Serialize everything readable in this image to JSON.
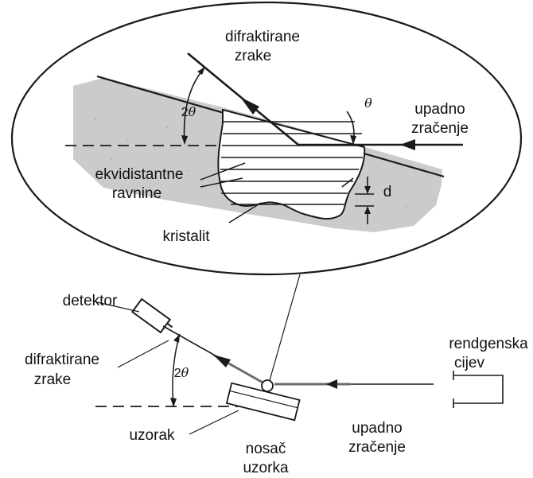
{
  "colors": {
    "ink": "#1a1a1a",
    "crystal_fill": "#c9c9c9",
    "beam": "#6b6b6b",
    "background": "#ffffff"
  },
  "labels": {
    "difraktirane_zrake_top_1": "difraktirane",
    "difraktirane_zrake_top_2": "zrake",
    "upadno_zracenje_top_1": "upadno",
    "upadno_zracenje_top_2": "zračenje",
    "two_theta_top": "2θ",
    "theta": "θ",
    "ekvidistantne_1": "ekvidistantne",
    "ekvidistantne_2": "ravnine",
    "d": "d",
    "kristalit": "kristalit",
    "detektor": "detektor",
    "difraktirane_zrake_bottom_1": "difraktirane",
    "difraktirane_zrake_bottom_2": "zrake",
    "two_theta_bottom": "2θ",
    "rendgenska_1": "rendgenska",
    "rendgenska_2": "cijev",
    "uzorak": "uzorak",
    "upadno_zracenje_bottom_1": "upadno",
    "upadno_zracenje_bottom_2": "zračenje",
    "nosac_1": "nosač",
    "nosac_2": "uzorka"
  }
}
